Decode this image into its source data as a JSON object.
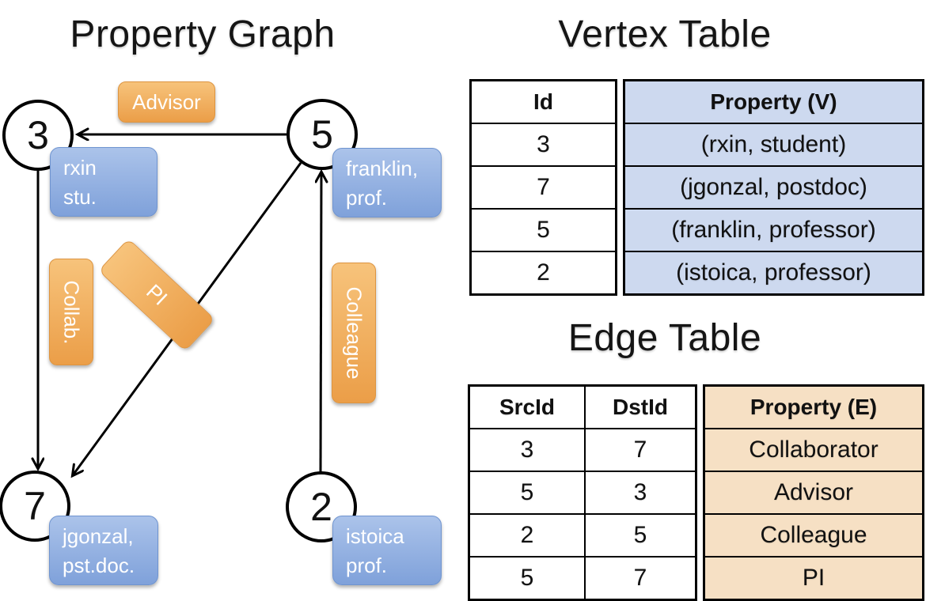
{
  "graph": {
    "title": "Property Graph",
    "nodes": [
      {
        "id": "3",
        "prop_line1": "rxin",
        "prop_line2": "stu."
      },
      {
        "id": "5",
        "prop_line1": "franklin,",
        "prop_line2": "prof."
      },
      {
        "id": "7",
        "prop_line1": "jgonzal,",
        "prop_line2": "pst.doc."
      },
      {
        "id": "2",
        "prop_line1": "istoica",
        "prop_line2": "prof."
      }
    ],
    "edge_labels": {
      "advisor": "Advisor",
      "collab": "Collab.",
      "pi": "PI",
      "colleague": "Colleague"
    }
  },
  "vertex_table": {
    "title": "Vertex Table",
    "headers": {
      "id": "Id",
      "property": "Property (V)"
    },
    "rows": [
      {
        "id": "3",
        "property": "(rxin, student)"
      },
      {
        "id": "7",
        "property": "(jgonzal, postdoc)"
      },
      {
        "id": "5",
        "property": "(franklin, professor)"
      },
      {
        "id": "2",
        "property": "(istoica, professor)"
      }
    ]
  },
  "edge_table": {
    "title": "Edge Table",
    "headers": {
      "src": "SrcId",
      "dst": "DstId",
      "property": "Property (E)"
    },
    "rows": [
      {
        "src": "3",
        "dst": "7",
        "property": "Collaborator"
      },
      {
        "src": "5",
        "dst": "3",
        "property": "Advisor"
      },
      {
        "src": "2",
        "dst": "5",
        "property": "Colleague"
      },
      {
        "src": "5",
        "dst": "7",
        "property": "PI"
      }
    ]
  },
  "colors": {
    "vertex_box_top": "#abc3ea",
    "vertex_box_bottom": "#7fa1da",
    "edge_box_top": "#f7c37b",
    "edge_box_bottom": "#eb9e48",
    "vertex_cell_fill": "#cdd9ef",
    "edge_cell_fill": "#f6e0c4",
    "line_color": "#000000"
  }
}
